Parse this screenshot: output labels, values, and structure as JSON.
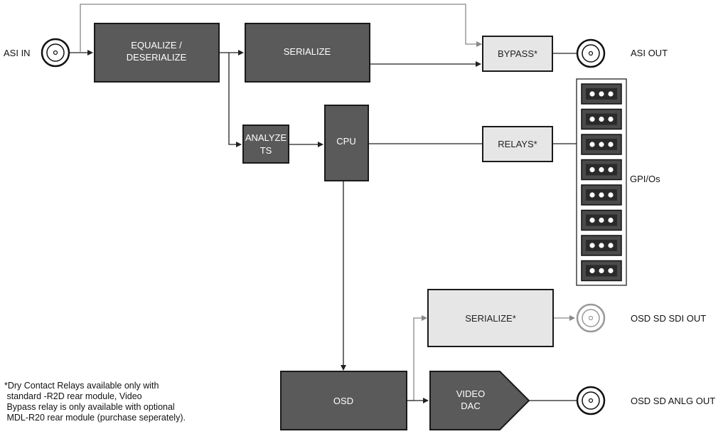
{
  "labels": {
    "asi_in": "ASI IN",
    "asi_out": "ASI OUT",
    "gpi_os": "GPI/Os",
    "osd_sdi_out": "OSD SD SDI OUT",
    "osd_anlg_out": "OSD SD ANLG OUT"
  },
  "blocks": {
    "equalize_1": "EQUALIZE /",
    "equalize_2": "DESERIALIZE",
    "serialize": "SERIALIZE",
    "bypass": "BYPASS*",
    "analyze_1": "ANALYZE",
    "analyze_2": "TS",
    "cpu": "CPU",
    "relays": "RELAYS*",
    "serialize_osd": "SERIALIZE*",
    "osd": "OSD",
    "video_dac_1": "VIDEO",
    "video_dac_2": "DAC"
  },
  "footnote": [
    "*Dry Contact Relays available only with",
    " standard -R2D rear module, Video",
    " Bypass relay is only available with optional",
    " MDL-R20 rear module (purchase seperately)."
  ],
  "gpio_pin_glyph": "○○○",
  "colors": {
    "dark_block": "#5a5a5a",
    "light_block": "#e6e6e6",
    "line": "#222222",
    "gray_line": "#888888"
  }
}
